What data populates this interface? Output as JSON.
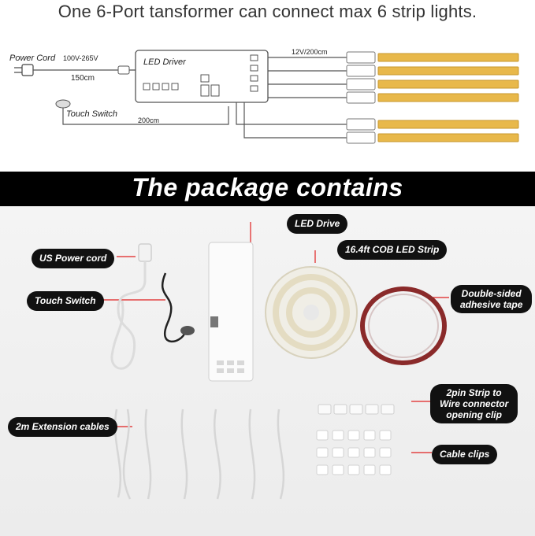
{
  "headline": "One 6-Port tansformer can connect max 6 strip lights.",
  "wiring": {
    "power_cord_label": "Power Cord",
    "voltage_label": "100V-265V",
    "cord_length_label": "150cm",
    "driver_label": "LED Driver",
    "touch_switch_label": "Touch Switch",
    "switch_cable_label": "200cm",
    "output_label": "12V/200cm"
  },
  "package": {
    "title": "The package contains",
    "labels": {
      "led_drive": "LED Drive",
      "us_power_cord": "US Power cord",
      "cob_strip": "16.4ft COB LED Strip",
      "touch_switch": "Touch Switch",
      "tape_line1": "Double-sided",
      "tape_line2": "adhesive tape",
      "extension_cables": "2m Extension cables",
      "connector_line1": "2pin Strip to",
      "connector_line2": "Wire connector",
      "connector_line3": "opening clip",
      "cable_clips": "Cable clips"
    }
  },
  "colors": {
    "banner_bg": "#000000",
    "label_bg": "#111111",
    "pointer_red": "#e02020",
    "strip_yellow": "#e8b84a"
  }
}
